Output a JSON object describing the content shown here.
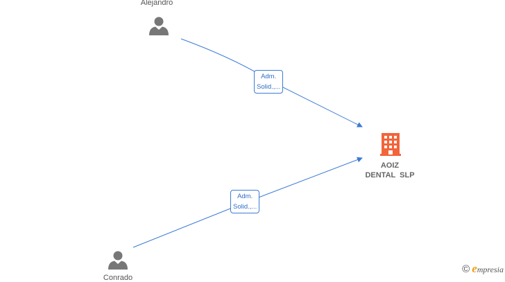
{
  "nodes": {
    "person_top": {
      "name": "Alejandro",
      "icon": "person-icon"
    },
    "person_bottom": {
      "name": "Conrado",
      "icon": "person-icon"
    },
    "company": {
      "line1": "AOIZ",
      "line2": "DENTAL  SLP",
      "icon": "building-icon"
    }
  },
  "edges": [
    {
      "label_line1": "Adm.",
      "label_line2": "Solid.,..."
    },
    {
      "label_line1": "Adm.",
      "label_line2": "Solid.,..."
    }
  ],
  "colors": {
    "edge": "#3a7bd5",
    "person": "#777777",
    "company": "#f2643a"
  },
  "watermark": {
    "symbol": "©",
    "brand_e": "e",
    "brand_rest": "mpresia"
  }
}
